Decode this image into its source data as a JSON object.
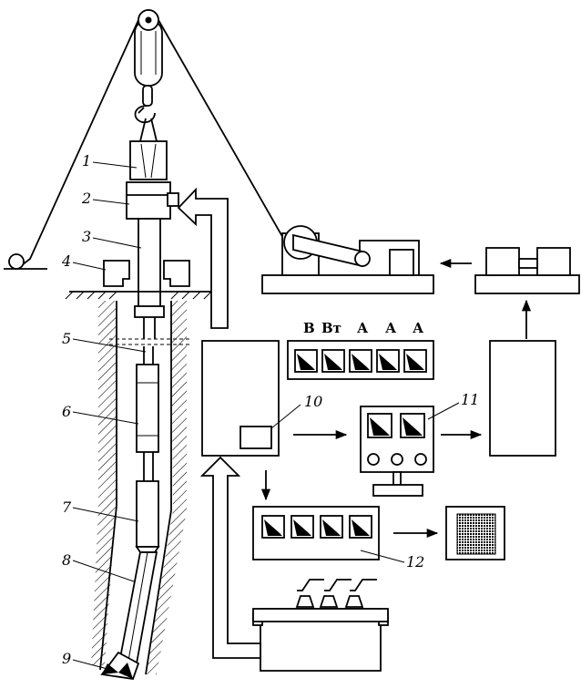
{
  "callouts": [
    "1",
    "2",
    "3",
    "4",
    "5",
    "6",
    "7",
    "8",
    "9",
    "10",
    "11",
    "12"
  ],
  "meter_labels": [
    "В",
    "Вт",
    "А",
    "А",
    "А"
  ]
}
